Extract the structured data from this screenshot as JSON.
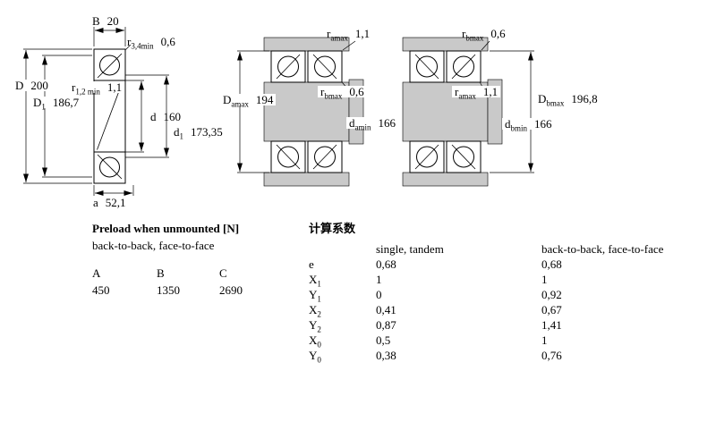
{
  "colors": {
    "line": "#000000",
    "shade": "#c9c9c9",
    "background": "#ffffff"
  },
  "left_drawing": {
    "dims": {
      "B": {
        "label": "B",
        "sub": "",
        "value": "20"
      },
      "r34": {
        "label": "r",
        "sub": "3,4min",
        "value": "0,6"
      },
      "D": {
        "label": "D",
        "sub": "",
        "value": "200"
      },
      "r12": {
        "label": "r",
        "sub": "1,2 min",
        "value": "1,1"
      },
      "D1": {
        "label": "D",
        "sub": "1",
        "value": "186,7"
      },
      "d": {
        "label": "d",
        "sub": "",
        "value": "160"
      },
      "d1": {
        "label": "d",
        "sub": "1",
        "value": "173,35"
      },
      "a": {
        "label": "a",
        "sub": "",
        "value": "52,1"
      }
    }
  },
  "arrangement_drawing": {
    "dims": {
      "ra_top": {
        "label": "r",
        "sub": "amax",
        "value": "1,1"
      },
      "rb_top": {
        "label": "r",
        "sub": "bmax",
        "value": "0,6"
      },
      "Damax": {
        "label": "D",
        "sub": "amax",
        "value": "194"
      },
      "rb_mid": {
        "label": "r",
        "sub": "bmax",
        "value": "0,6"
      },
      "ra_mid": {
        "label": "r",
        "sub": "amax",
        "value": "1,1"
      },
      "Dbmax": {
        "label": "D",
        "sub": "bmax",
        "value": "196,8"
      },
      "damin": {
        "label": "d",
        "sub": "amin",
        "value": "166"
      },
      "dbmin": {
        "label": "d",
        "sub": "bmin",
        "value": "166"
      }
    }
  },
  "preload_table": {
    "title": "Preload when unmounted [N]",
    "subtitle": "back-to-back, face-to-face",
    "columns": [
      "A",
      "B",
      "C"
    ],
    "values": [
      "450",
      "1350",
      "2690"
    ]
  },
  "factors_table": {
    "title": "计算系数",
    "col1_header": "single, tandem",
    "col2_header": "back-to-back, face-to-face",
    "rows": [
      {
        "label": "e",
        "sub": "",
        "single_tandem": "0,68",
        "back_to_back": "0,68"
      },
      {
        "label": "X",
        "sub": "1",
        "single_tandem": "1",
        "back_to_back": "1"
      },
      {
        "label": "Y",
        "sub": "1",
        "single_tandem": "0",
        "back_to_back": "0,92"
      },
      {
        "label": "X",
        "sub": "2",
        "single_tandem": "0,41",
        "back_to_back": "0,67"
      },
      {
        "label": "Y",
        "sub": "2",
        "single_tandem": "0,87",
        "back_to_back": "1,41"
      },
      {
        "label": "X",
        "sub": "0",
        "single_tandem": "0,5",
        "back_to_back": "1"
      },
      {
        "label": "Y",
        "sub": "0",
        "single_tandem": "0,38",
        "back_to_back": "0,76"
      }
    ]
  }
}
